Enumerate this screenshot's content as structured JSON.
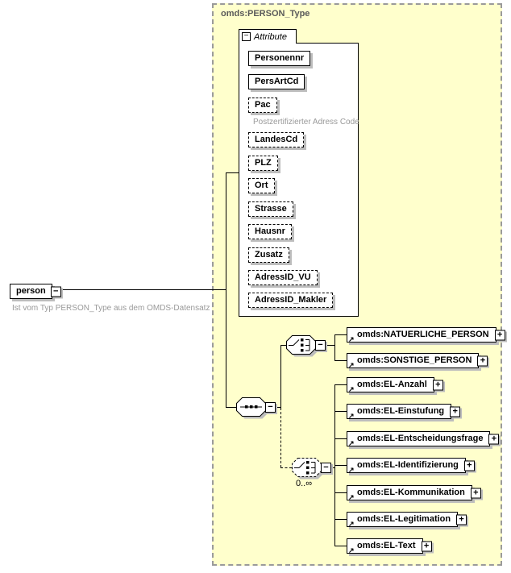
{
  "schema_view": {
    "type_box": {
      "title": "omds:PERSON_Type"
    },
    "root_element": {
      "name": "person",
      "annotation": "Ist vom Typ PERSON_Type aus dem OMDS-Datensatz"
    },
    "attributes_section": {
      "title": "Attribute",
      "items": [
        {
          "name": "Personennr",
          "use": "required"
        },
        {
          "name": "PersArtCd",
          "use": "required"
        },
        {
          "name": "Pac",
          "use": "optional",
          "annotation": "Postzertifizierter Adress Code"
        },
        {
          "name": "LandesCd",
          "use": "optional"
        },
        {
          "name": "PLZ",
          "use": "optional"
        },
        {
          "name": "Ort",
          "use": "optional"
        },
        {
          "name": "Strasse",
          "use": "optional"
        },
        {
          "name": "Hausnr",
          "use": "optional"
        },
        {
          "name": "Zusatz",
          "use": "optional"
        },
        {
          "name": "AdressID_VU",
          "use": "optional"
        },
        {
          "name": "AdressID_Makler",
          "use": "optional"
        }
      ]
    },
    "person_choice": {
      "elements": [
        {
          "name": "omds:NATUERLICHE_PERSON"
        },
        {
          "name": "omds:SONSTIGE_PERSON"
        }
      ]
    },
    "el_choice": {
      "occurrence": "0..∞",
      "elements": [
        {
          "name": "omds:EL-Anzahl"
        },
        {
          "name": "omds:EL-Einstufung"
        },
        {
          "name": "omds:EL-Entscheidungsfrage"
        },
        {
          "name": "omds:EL-Identifizierung"
        },
        {
          "name": "omds:EL-Kommunikation"
        },
        {
          "name": "omds:EL-Legitimation"
        },
        {
          "name": "omds:EL-Text"
        }
      ]
    },
    "icons": {
      "collapse": "−",
      "expand": "+",
      "reference_arrow": "↗"
    },
    "colors": {
      "type_fill": "#FFFFCC",
      "type_border": "#9A9A9A",
      "type_title": "#5A5A5A",
      "annotation": "#999999",
      "shadow": "#BDBDBD",
      "box_border": "#000000",
      "connector": "#000000"
    }
  }
}
